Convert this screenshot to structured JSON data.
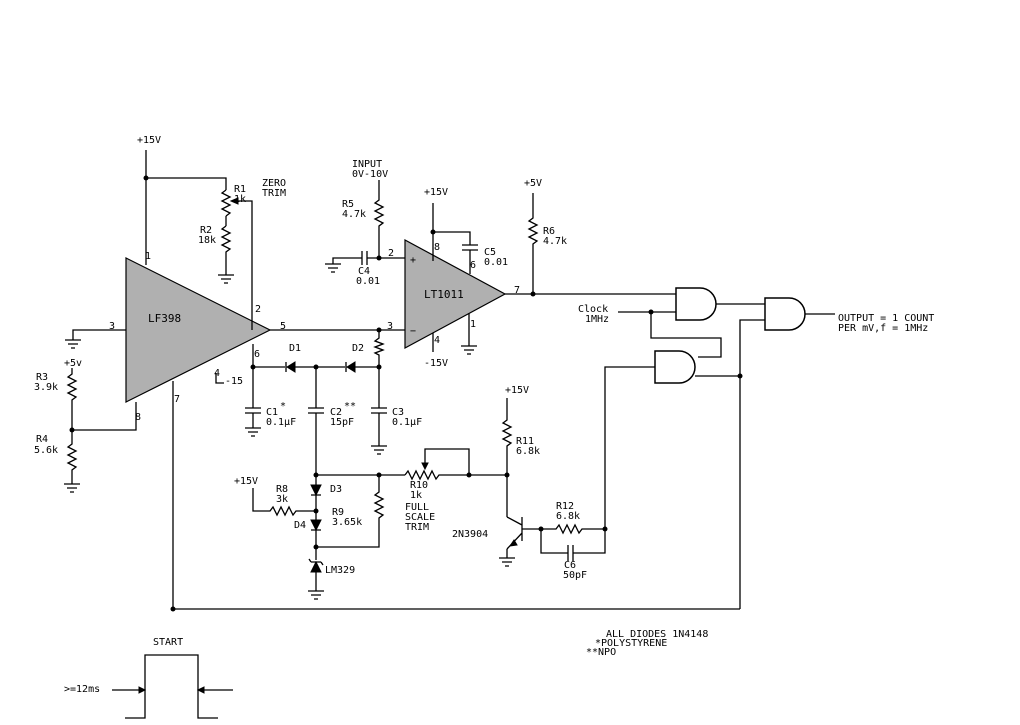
{
  "labels": {
    "vplus15_top": "+15V",
    "zero_trim": [
      "ZERO",
      "TRIM"
    ],
    "r1": [
      "R1",
      "1k"
    ],
    "r2": [
      "R2",
      "18k"
    ],
    "lf398": "LF398",
    "lf398_pin1": "1",
    "lf398_pin2": "2",
    "lf398_pin3": "3",
    "lf398_pin4": "4",
    "lf398_pin4_supply": "-15",
    "lf398_pin5": "5",
    "lf398_pin6": "6",
    "lf398_pin7": "7",
    "lf398_pin8": "8",
    "r3": [
      "R3",
      "3.9k"
    ],
    "r3_supply": "+5v",
    "r4": [
      "R4",
      "5.6k"
    ],
    "input": [
      "INPUT",
      "0V-10V"
    ],
    "r5": [
      "R5",
      "4.7k"
    ],
    "c4": [
      "C4",
      "0.01"
    ],
    "lt1011": "LT1011",
    "lt_plus": "+",
    "lt_minus": "−",
    "lt_pin2": "2",
    "lt_pin3": "3",
    "lt_pin8": "8",
    "lt_pin6": "6",
    "lt_pin4": "4",
    "lt_pin1": "1",
    "lt_pin7": "7",
    "lt_vplus": "+15V",
    "lt_vminus": "-15V",
    "c5": [
      "C5",
      "0.01"
    ],
    "vplus5": "+5V",
    "r6": [
      "R6",
      "4.7k"
    ],
    "clock": [
      "Clock",
      "1MHz"
    ],
    "output": [
      "OUTPUT = 1 COUNT",
      "PER mV,f = 1MHz"
    ],
    "d1": "D1",
    "d2": "D2",
    "c1": [
      "C1",
      "0.1µF"
    ],
    "c1_mark": "*",
    "c2": [
      "C2",
      "15pF"
    ],
    "c2_mark": "**",
    "c3": [
      "C3",
      "0.1µF"
    ],
    "vplus15_r8": "+15V",
    "r8": [
      "R8",
      "3k"
    ],
    "d3": "D3",
    "d4": "D4",
    "r9": [
      "R9",
      "3.65k"
    ],
    "lm329": "LM329",
    "r10": [
      "R10",
      "1k"
    ],
    "full_scale_trim": [
      "FULL",
      "SCALE",
      "TRIM"
    ],
    "vplus15_r11": "+15V",
    "r11": [
      "R11",
      "6.8k"
    ],
    "q1": "2N3904",
    "r12": [
      "R12",
      "6.8k"
    ],
    "c6": [
      "C6",
      "50pF"
    ],
    "start": "START",
    "pulse_width": ">=12ms",
    "notes": [
      "ALL DIODES 1N4148",
      "*POLYSTYRENE",
      "**NPO"
    ]
  }
}
